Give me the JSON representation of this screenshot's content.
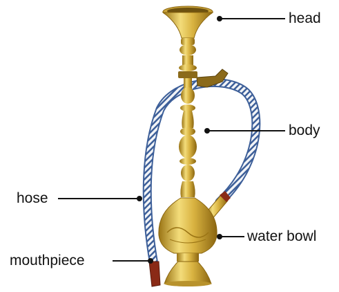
{
  "labels": {
    "head": "head",
    "body": "body",
    "hose": "hose",
    "water_bowl": "water bowl",
    "mouthpiece": "mouthpiece"
  },
  "colors": {
    "brass_light": "#f3dc7a",
    "brass_mid": "#d9b341",
    "brass_dark": "#9a7414",
    "hose_white": "#f2f4f7",
    "hose_blue": "#3d5f99",
    "mouthpiece": "#8a2a16",
    "leader": "#111111"
  }
}
